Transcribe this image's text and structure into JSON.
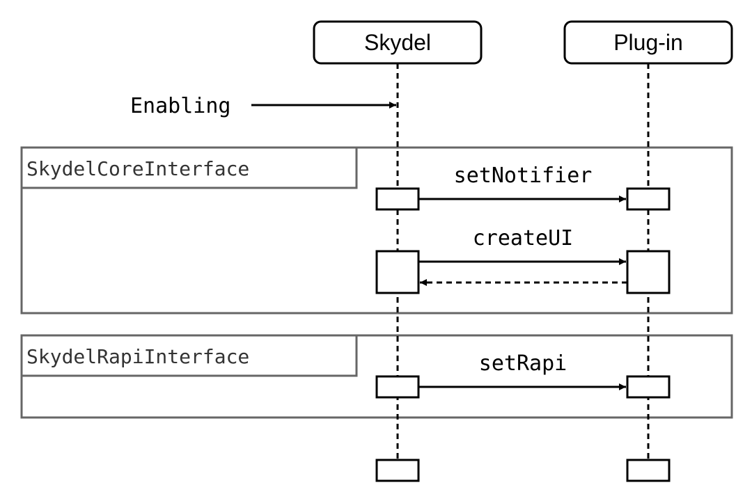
{
  "participants": {
    "skydel": "Skydel",
    "plugin": "Plug-in"
  },
  "trigger": {
    "label": "Enabling"
  },
  "frames": {
    "core": {
      "label": "SkydelCoreInterface"
    },
    "rapi": {
      "label": "SkydelRapiInterface"
    }
  },
  "messages": {
    "set_notifier": "setNotifier",
    "create_ui": "createUI",
    "set_rapi": "setRapi"
  },
  "colors": {
    "line": "#000000",
    "frame_border": "#666666",
    "frame_label_text": "#333333",
    "background": "#ffffff"
  }
}
